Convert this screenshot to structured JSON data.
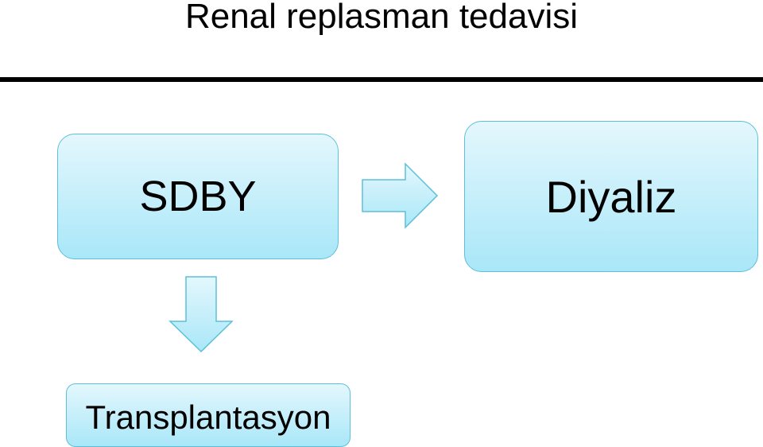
{
  "title": "Renal replasman tedavisi",
  "nodes": {
    "sdby": "SDBY",
    "diyaliz": "Diyaliz",
    "transplantasyon": "Transplantasyon"
  },
  "colors": {
    "node_fill_top": "#e4f7fd",
    "node_fill_bottom": "#a9e7f8",
    "node_border": "#5cc0d8",
    "rule": "#000000"
  }
}
